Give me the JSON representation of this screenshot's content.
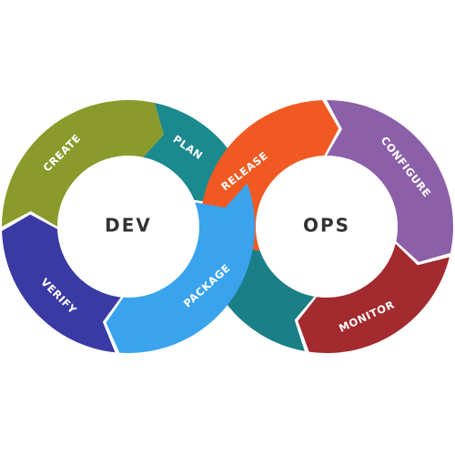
{
  "diagram": {
    "hubs": {
      "dev": "DEV",
      "ops": "OPS"
    },
    "segments": {
      "create": {
        "label": "CREATE",
        "color": "#8a9a2b"
      },
      "plan": {
        "label": "PLAN",
        "color": "#1b8a8f"
      },
      "verify": {
        "label": "VERIFY",
        "color": "#3a3aa5"
      },
      "package": {
        "label": "PACKAGE",
        "color": "#3aa3ee"
      },
      "release": {
        "label": "RELEASE",
        "color": "#f05a22"
      },
      "configure": {
        "label": "CONFIGURE",
        "color": "#8c5fa9"
      },
      "monitor": {
        "label": "MONITOR",
        "color": "#a32a2e"
      },
      "link": {
        "color": "#1a7f86"
      }
    }
  }
}
